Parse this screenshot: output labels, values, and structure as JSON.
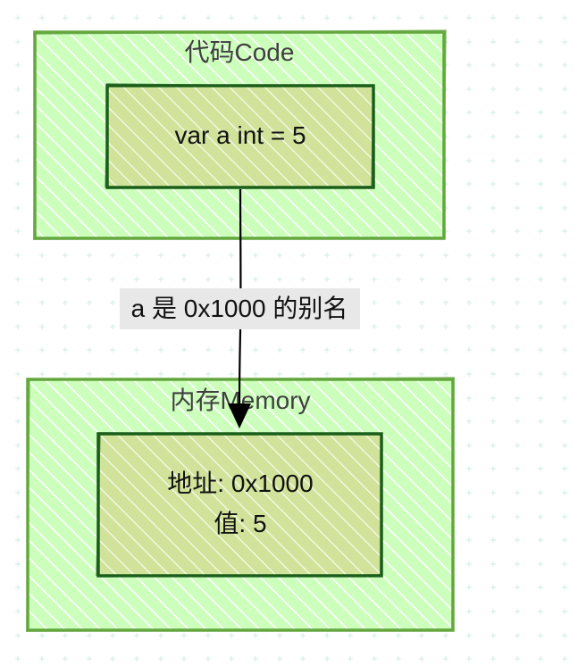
{
  "code_group": {
    "title": "代码Code",
    "node_text": "var a int = 5"
  },
  "memory_group": {
    "title": "内存Memory",
    "node_line1": "地址: 0x1000",
    "node_line2": "值: 5"
  },
  "edge": {
    "label": "a 是 0x1000 的别名"
  },
  "colors": {
    "group_fill": "#ccffbb",
    "group_stroke": "#64a73f",
    "node_fill": "#d1e39a",
    "node_stroke": "#1b5e1b",
    "hatch": "#ffffff",
    "arrow": "#000000",
    "edge_label_bg": "#e8e8e8",
    "grid": "#d6efe6"
  }
}
